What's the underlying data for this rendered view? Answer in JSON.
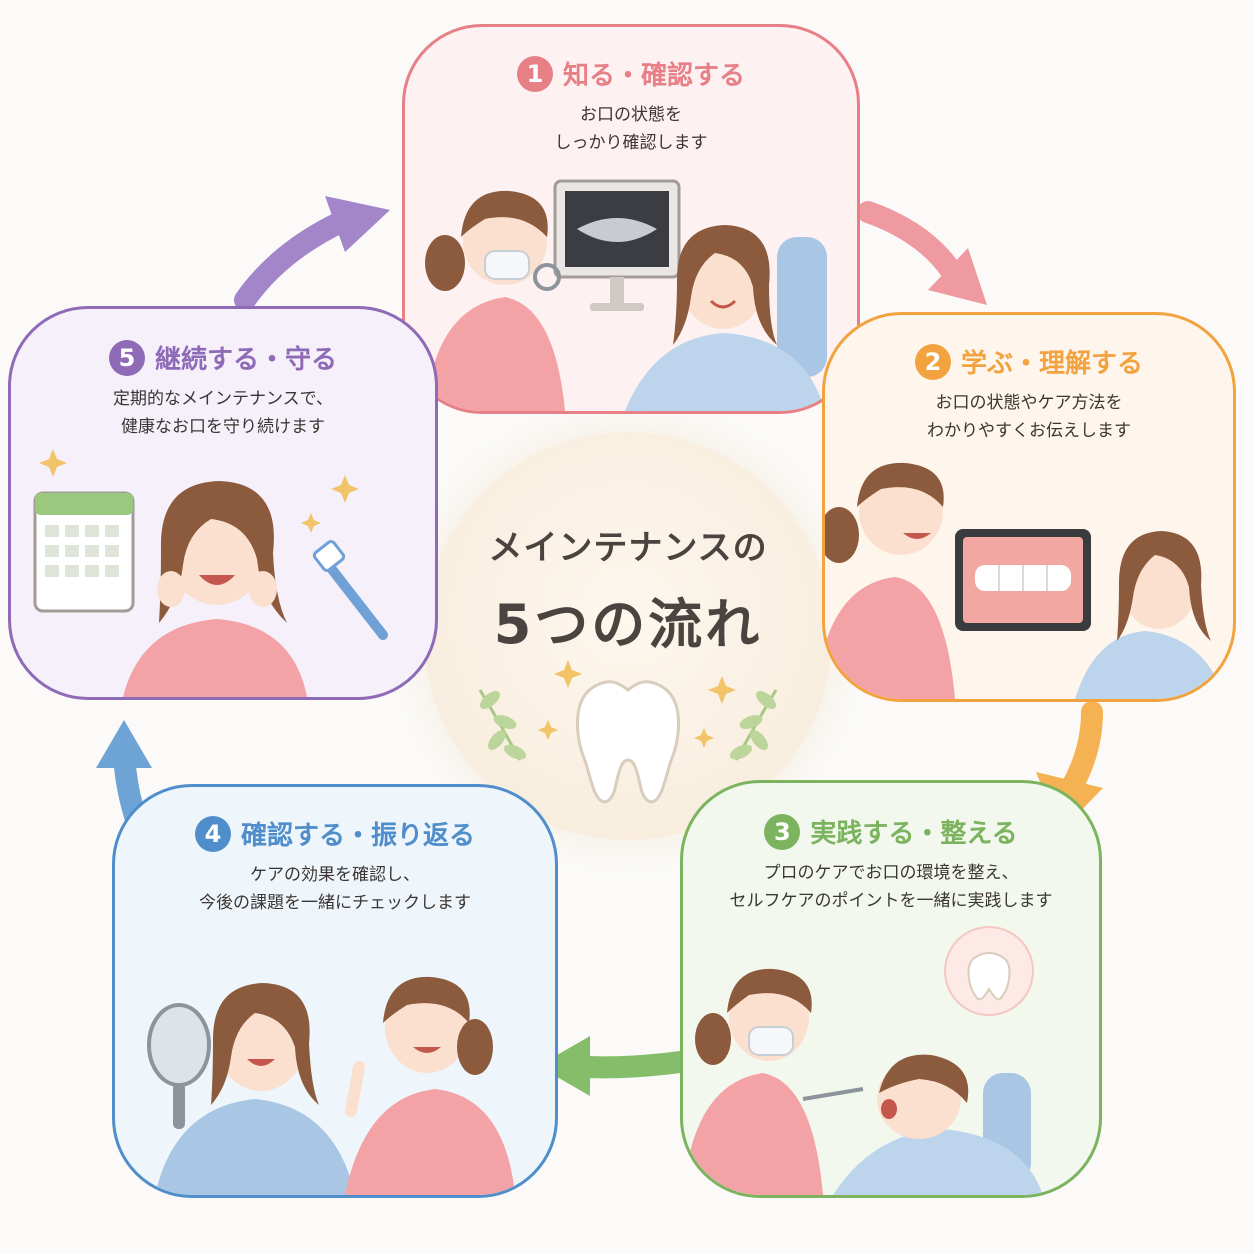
{
  "center": {
    "title_line1": "メインテナンスの",
    "title_line2": "5つの流れ"
  },
  "steps": [
    {
      "number": "1",
      "title": "知る・確認する",
      "desc": [
        "お口の状態を",
        "しっかり確認します"
      ],
      "color": "#e77f87",
      "bg": "#fdf1f1"
    },
    {
      "number": "2",
      "title": "学ぶ・理解する",
      "desc": [
        "お口の状態やケア方法を",
        "わかりやすくお伝えします"
      ],
      "color": "#f2a33f",
      "bg": "#fef6ec"
    },
    {
      "number": "3",
      "title": "実践する・整える",
      "desc": [
        "プロのケアでお口の環境を整え、",
        "セルフケアのポイントを一緒に実践します"
      ],
      "color": "#7cb35f",
      "bg": "#f3f8ee"
    },
    {
      "number": "4",
      "title": "確認する・振り返る",
      "desc": [
        "ケアの効果を確認し、",
        "今後の課題を一緒にチェックします"
      ],
      "color": "#4f8ecb",
      "bg": "#eef5fb"
    },
    {
      "number": "5",
      "title": "継続する・守る",
      "desc": [
        "定期的なメインテナンスで、",
        "健康なお口を守り続けます"
      ],
      "color": "#8e6ab7",
      "bg": "#f5f0fa"
    }
  ]
}
